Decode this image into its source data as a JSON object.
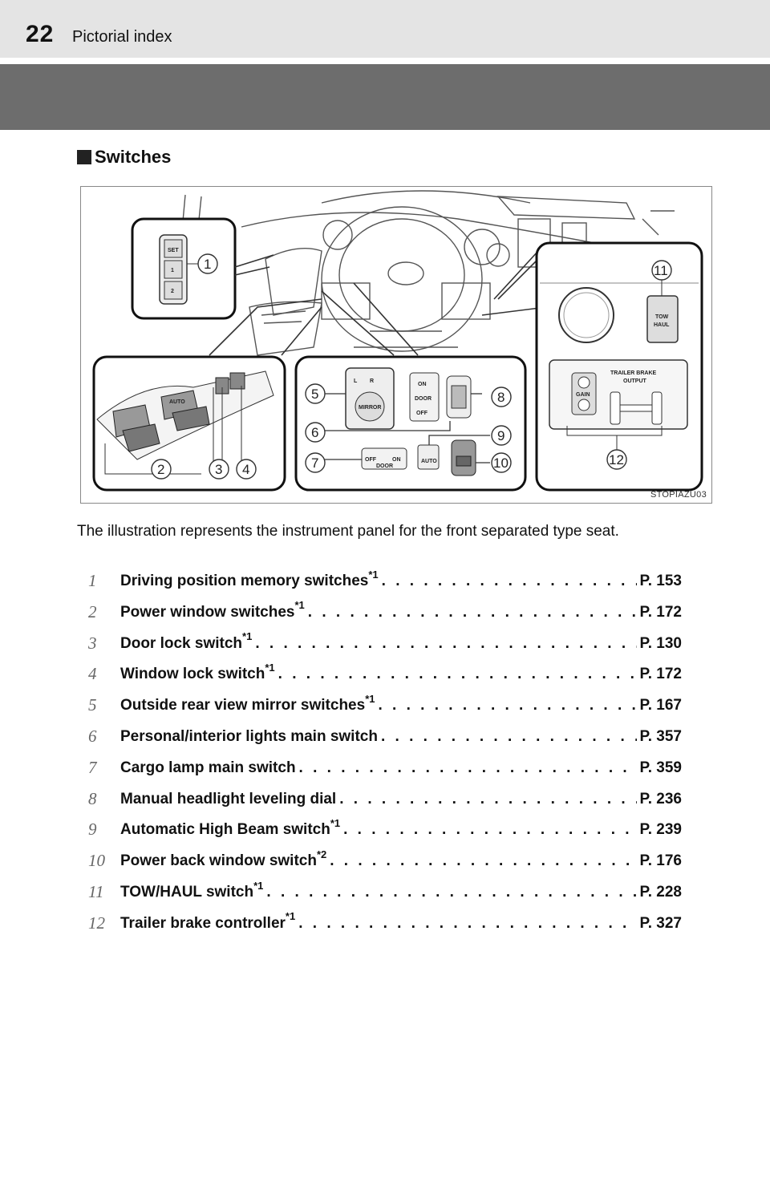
{
  "header": {
    "page_number": "22",
    "title": "Pictorial index"
  },
  "section": {
    "title": "Switches"
  },
  "figure": {
    "code": "STOPIAZU03",
    "callouts": [
      "1",
      "2",
      "3",
      "4",
      "5",
      "6",
      "7",
      "8",
      "9",
      "10",
      "11",
      "12"
    ],
    "panel_text": {
      "set": "SET",
      "mem1": "1",
      "mem2": "2",
      "l": "L",
      "r": "R",
      "mirror": "MIRROR",
      "on": "ON",
      "door": "DOOR",
      "off": "OFF",
      "cargo_off": "OFF",
      "cargo_on": "ON",
      "cargo_door": "DOOR",
      "auto": "AUTO",
      "tow": "TOW",
      "haul": "HAUL",
      "trailer_brake": "TRAILER BRAKE",
      "output": "OUTPUT",
      "gain": "GAIN"
    }
  },
  "description": "The illustration represents the instrument panel for the front separated type seat.",
  "items": [
    {
      "num": "1",
      "label": "Driving position memory switches",
      "sup": "*1",
      "page": "P. 153"
    },
    {
      "num": "2",
      "label": "Power window switches",
      "sup": "*1",
      "page": "P. 172"
    },
    {
      "num": "3",
      "label": "Door lock switch",
      "sup": "*1",
      "page": "P. 130"
    },
    {
      "num": "4",
      "label": "Window lock switch",
      "sup": "*1",
      "page": "P. 172"
    },
    {
      "num": "5",
      "label": "Outside rear view mirror switches",
      "sup": "*1",
      "page": "P. 167"
    },
    {
      "num": "6",
      "label": "Personal/interior lights main switch",
      "sup": "",
      "page": "P. 357"
    },
    {
      "num": "7",
      "label": "Cargo lamp main switch",
      "sup": "",
      "page": "P. 359"
    },
    {
      "num": "8",
      "label": "Manual headlight leveling dial",
      "sup": "",
      "page": "P. 236"
    },
    {
      "num": "9",
      "label": "Automatic High Beam switch",
      "sup": "*1",
      "page": "P. 239"
    },
    {
      "num": "10",
      "label": "Power back window switch",
      "sup": "*2",
      "page": "P. 176"
    },
    {
      "num": "11",
      "label": "TOW/HAUL switch",
      "sup": "*1",
      "page": "P. 228"
    },
    {
      "num": "12",
      "label": "Trailer brake controller",
      "sup": "*1",
      "page": "P. 327"
    }
  ]
}
